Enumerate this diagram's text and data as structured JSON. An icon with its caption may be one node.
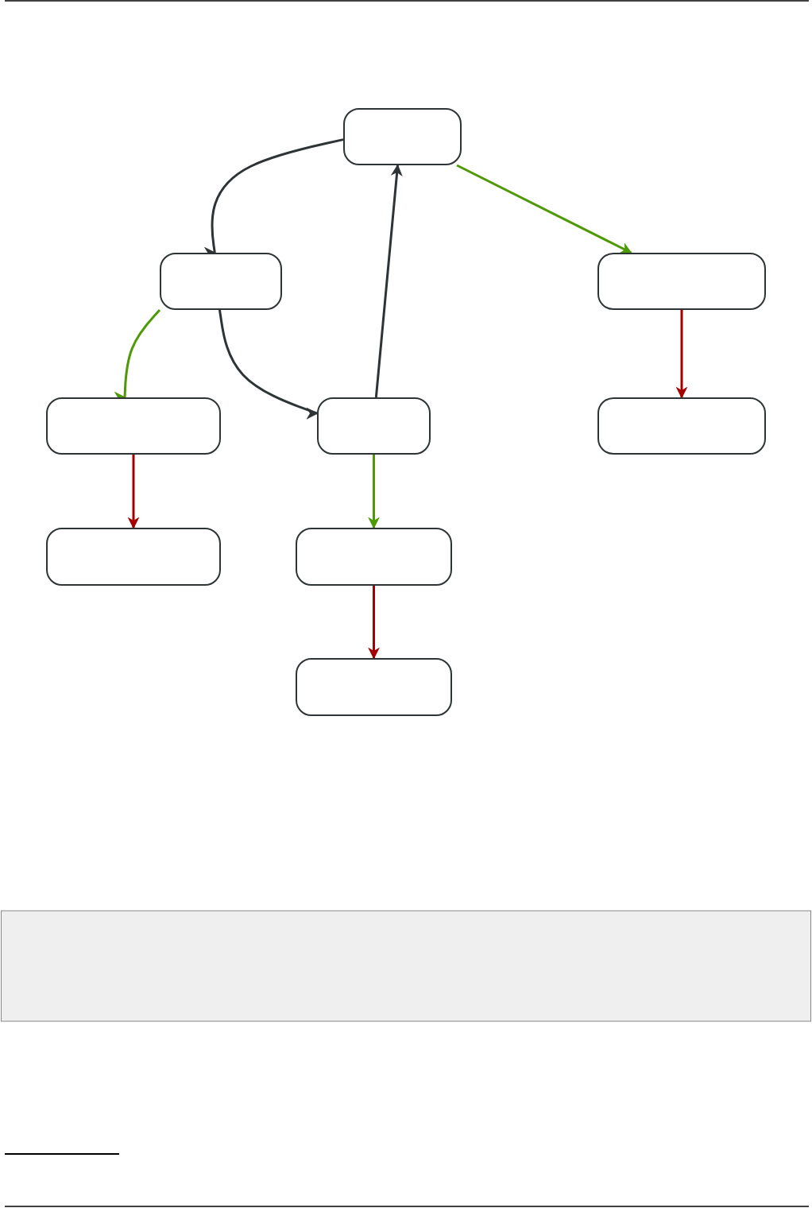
{
  "diagram": {
    "nodes": [
      {
        "text": [],
        "shape": "box"
      },
      {
        "text": [],
        "shape": "box"
      },
      {
        "text": [],
        "shape": "box"
      },
      {
        "text": [],
        "shape": "box"
      },
      {
        "text": [],
        "shape": "box"
      },
      {
        "text": [],
        "shape": "box"
      },
      {
        "text": [],
        "shape": "box"
      },
      {
        "text": [],
        "shape": "box"
      },
      {
        "text": [],
        "shape": "box"
      }
    ],
    "edges": [
      {
        "from": 0,
        "to": 1,
        "arrow": "to",
        "color": "#2e3436"
      },
      {
        "from": 0,
        "to": 2,
        "arrow": "to",
        "color": "#4e9a06"
      },
      {
        "from": 1,
        "to": 3,
        "arrow": "to",
        "color": "#4e9a06"
      },
      {
        "from": 1,
        "to": 4,
        "arrow": "to",
        "color": "#2e3436"
      },
      {
        "from": 4,
        "to": 0,
        "arrow": "to",
        "color": "#2e3436"
      },
      {
        "from": 2,
        "to": 5,
        "arrow": "to",
        "color": "#a40000"
      },
      {
        "from": 3,
        "to": 6,
        "arrow": "to",
        "color": "#a40000"
      },
      {
        "from": 4,
        "to": 7,
        "arrow": "to",
        "color": "#4e9a06"
      },
      {
        "from": 7,
        "to": 8,
        "arrow": "to",
        "color": "#a40000"
      }
    ]
  }
}
